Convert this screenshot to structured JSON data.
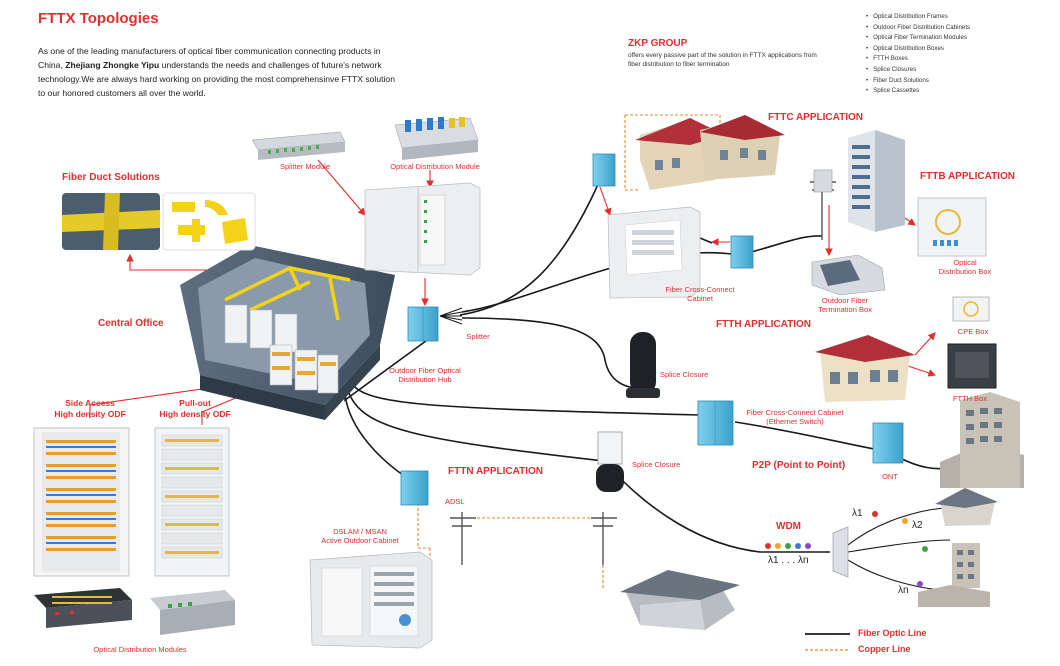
{
  "header": {
    "title": "FTTX Topologies",
    "intro_part1": "As one of the leading manufacturers of optical fiber communication connecting products in China, ",
    "intro_company": "Zhejiang Zhongke Yipu",
    "intro_part2": " understands the needs and challenges of future's network technology.We are always hard working on providing the most comprehensinve FTTX solution to our honored customers all over the world."
  },
  "zkp": {
    "title": "ZKP GROUP",
    "description": "offers every passive part of the solution in FTTX applications from fiber distribution to fiber termination"
  },
  "products": [
    "Optical Distribution Frames",
    "Outdoor Fiber Distribution Cabinets",
    "Optical Fiber Termination Modules",
    "Optical Distribution Boxes",
    "FTTH Boxes",
    "Splice Closures",
    "Fiber Duct Solutions",
    "Splice Cassettes"
  ],
  "labels": {
    "fiber_duct": "Fiber Duct Solutions",
    "central_office": "Central Office",
    "side_access": "Side Access",
    "side_access_2": "High density ODF",
    "pull_out": "Pull-out",
    "pull_out_2": "High density ODF",
    "odm_bottom": "Optical Distribution Modules",
    "splitter_module": "Splitter Module",
    "odm_top": "Optical Distribution Module",
    "splitter": "Splitter",
    "hub_1": "Outdoor Fiber Optical",
    "hub_2": "Distribution Hub",
    "fttc": "FTTC APPLICATION",
    "fttb": "FTTB APPLICATION",
    "ftth": "FTTH APPLICATION",
    "fttn": "FTTN APPLICATION",
    "p2p": "P2P (Point to Point)",
    "wdm": "WDM",
    "fcc_1": "Fiber Cross-Connect",
    "fcc_2": "Cabinet",
    "oftb_1": "Outdoor Fiber",
    "oftb_2": "Termination Box",
    "odb_1": "Optical",
    "odb_2": "Distribution Box",
    "cpe_box": "CPE Box",
    "ftth_box": "FTTH Box",
    "splice_closure_1": "Splice Closure",
    "splice_closure_2": "Splice Closure",
    "fcc_eth_1": "Fiber Cross-Connect Cabinet",
    "fcc_eth_2": "(Ethernet Switch)",
    "ont": "ONT",
    "adsl": "ADSL",
    "dslam_1": "DSLAM / MSAN",
    "dslam_2": "Active Outdoor Cabinet",
    "lambda_all": "λ1 . . . λn",
    "lambda_1": "λ1",
    "lambda_2": "λ2",
    "lambda_n": "λn"
  },
  "legend": {
    "fiber": "Fiber Optic Line",
    "copper": "Copper Line"
  },
  "colors": {
    "accent_red": "#e03030",
    "fiber_line": "#1a1a1a",
    "copper_line": "#e8862a",
    "hub_blue": "#5bbde0",
    "cabinet_gray": "#e4e6e8"
  }
}
